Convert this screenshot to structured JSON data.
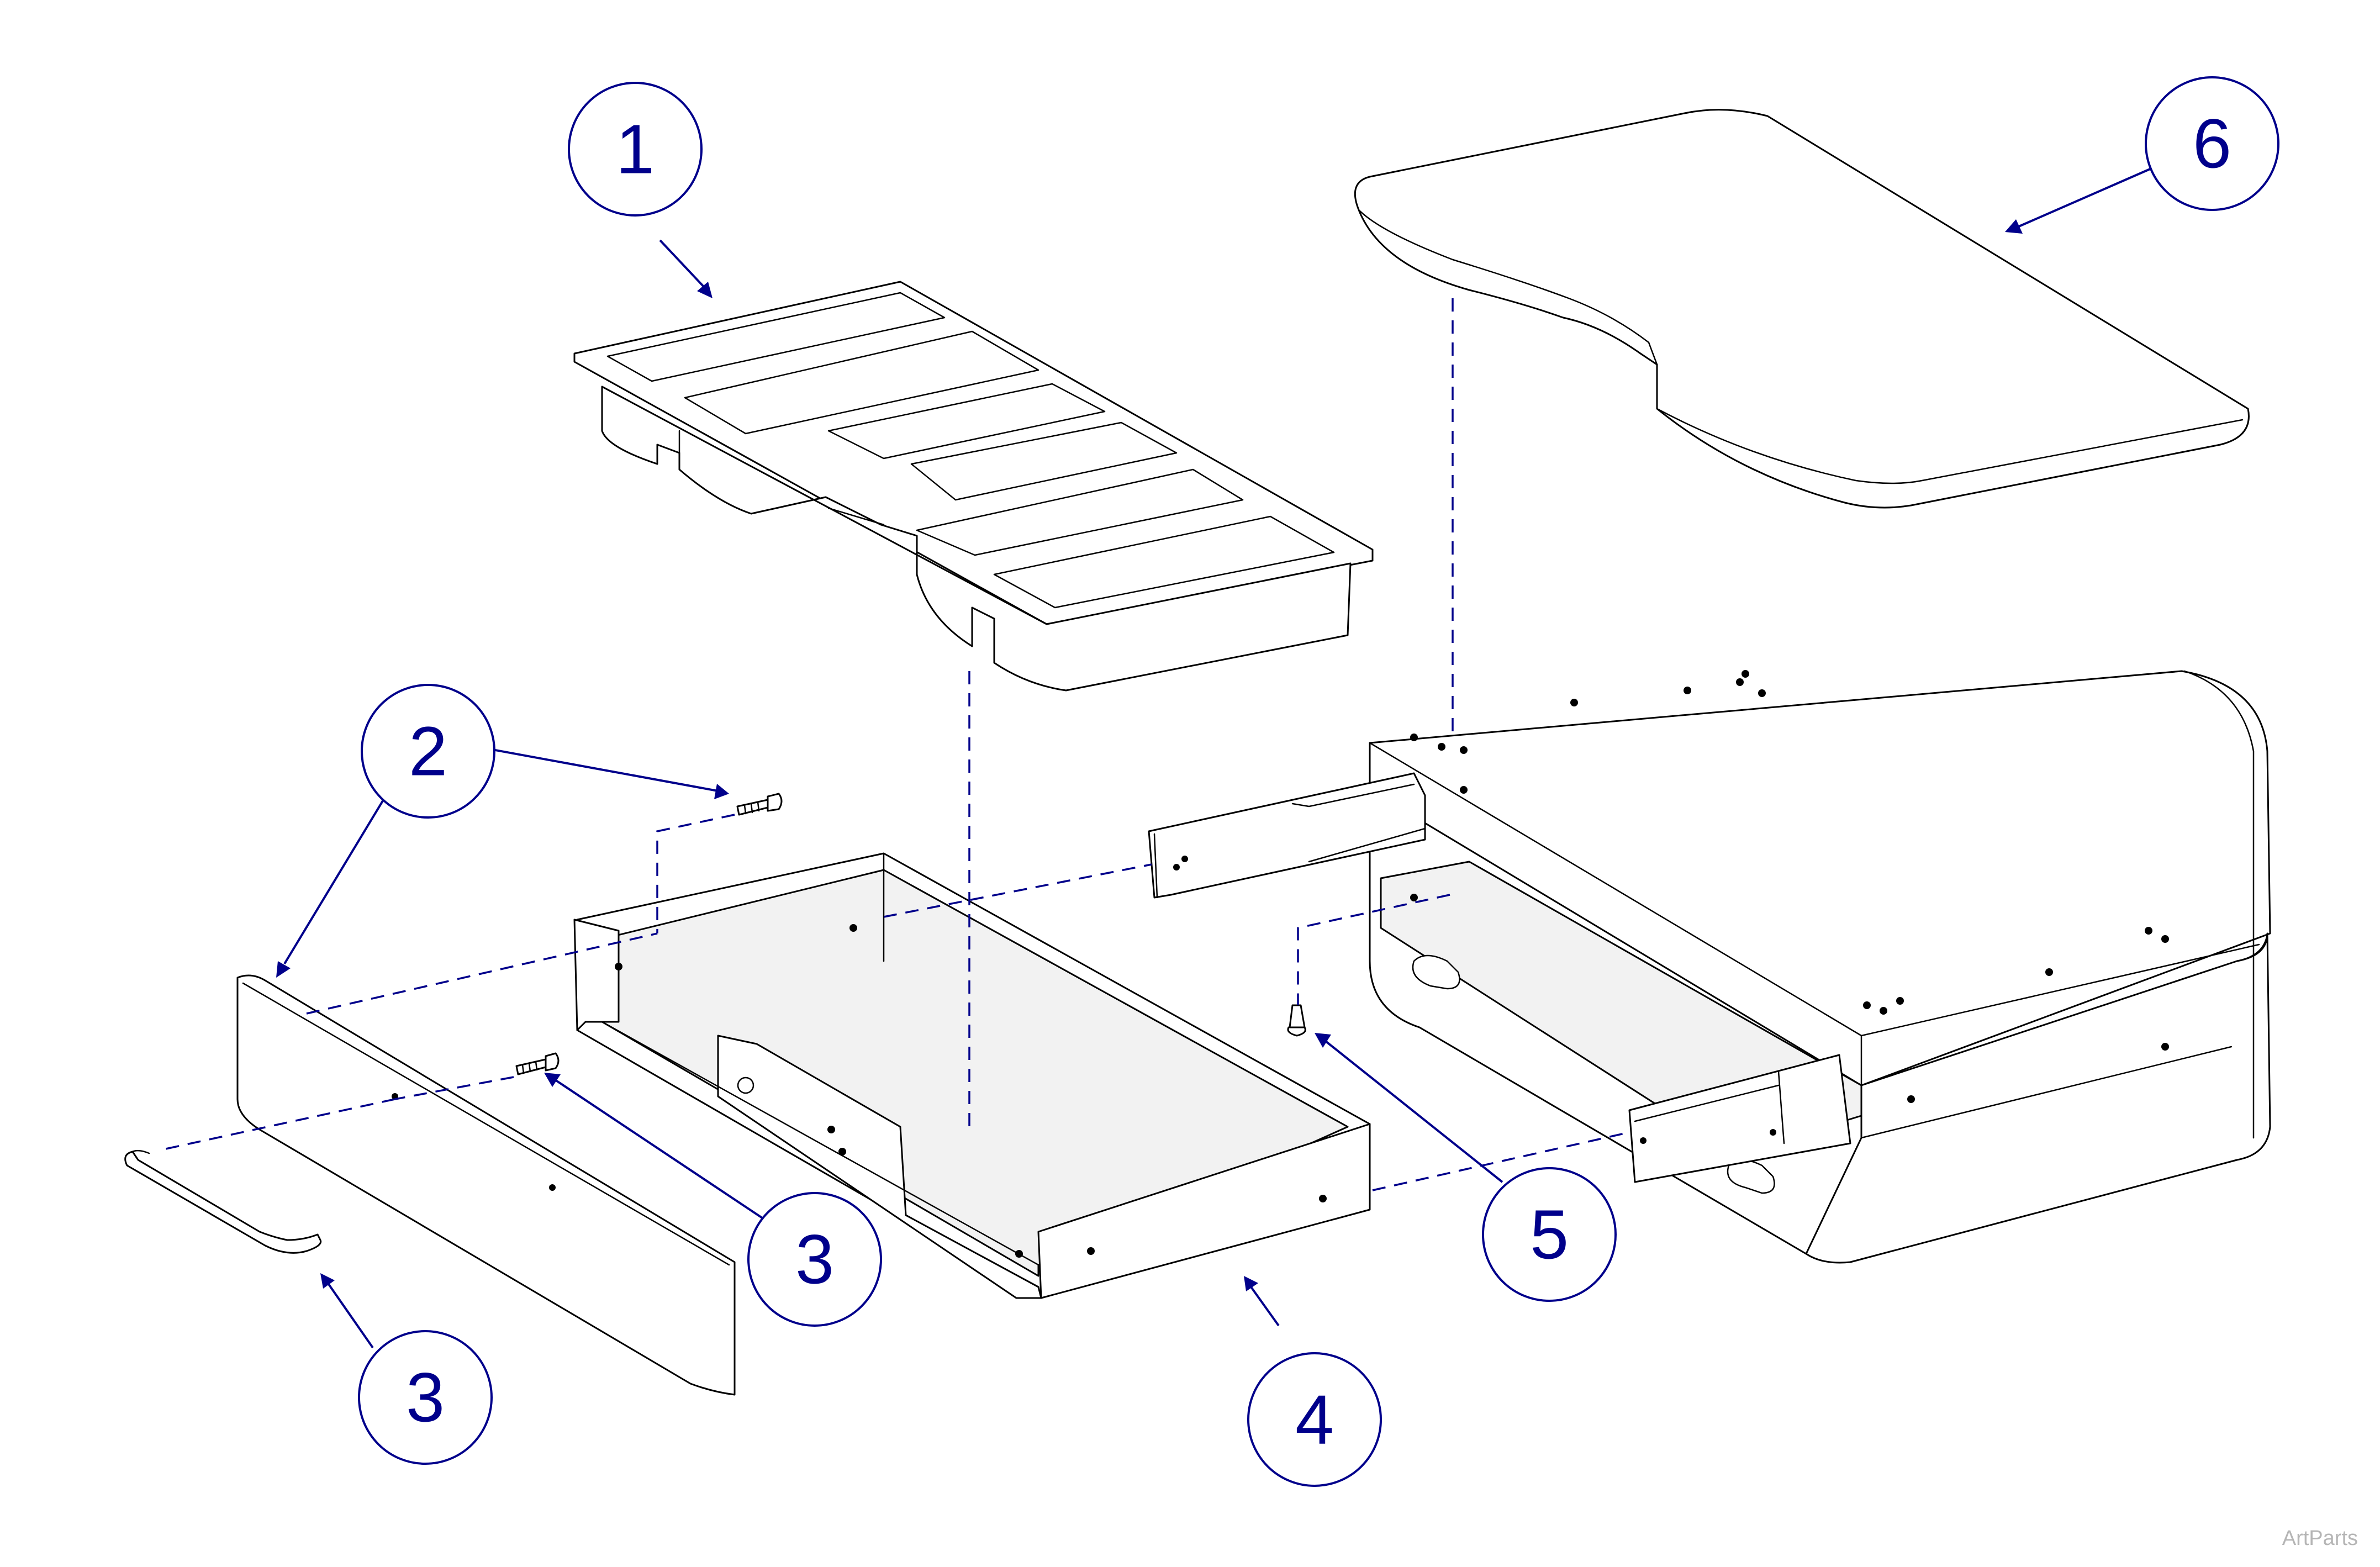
{
  "callouts": {
    "tray": "1",
    "front_panel_screw": "2",
    "front_panel": "2",
    "handle_screw": "3",
    "handle": "3",
    "drawer_box": "4",
    "screw": "5",
    "top": "6"
  },
  "watermark": "ArtParts",
  "colors": {
    "callout": "#00008b",
    "lines": "#000000"
  }
}
